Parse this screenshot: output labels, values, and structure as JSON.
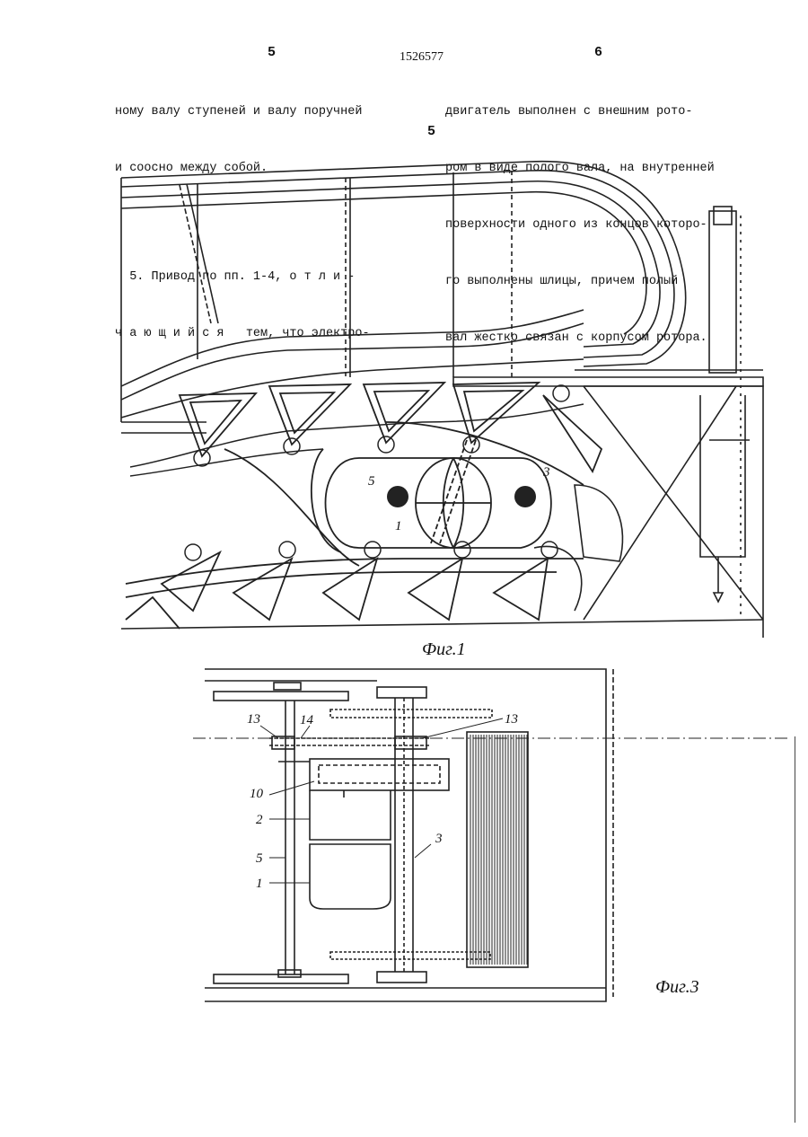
{
  "header": {
    "page_left": "5",
    "patent_number": "1526577",
    "page_right": "6"
  },
  "left_column": {
    "line1": "ному валу ступеней и валу поручней",
    "line2": "и соосно между собой.",
    "line3": "  5. Привод по пп. 1-4, о т л и -",
    "line4": "ч а ю щ и й с я   тем, что электро-"
  },
  "margin_number": "5",
  "right_column": {
    "line1": "двигатель выполнен с внешним рото-",
    "line2": "ром в виде полого вала, на внутренней",
    "line3": "поверхности одного из концов которо-",
    "line4": "го выполнены шлицы, причем полый",
    "line5": "вал жестко связан с корпусом ротора."
  },
  "figure1": {
    "caption": "Фиг.1",
    "labels": {
      "motor": "1",
      "shaft_left": "5",
      "shaft_right": "3"
    }
  },
  "figure3": {
    "caption": "Фиг.3",
    "labels": {
      "l13a": "13",
      "l14": "14",
      "l13b": "13",
      "l10": "10",
      "l2": "2",
      "l5": "5",
      "l1": "1",
      "l3": "3"
    }
  }
}
